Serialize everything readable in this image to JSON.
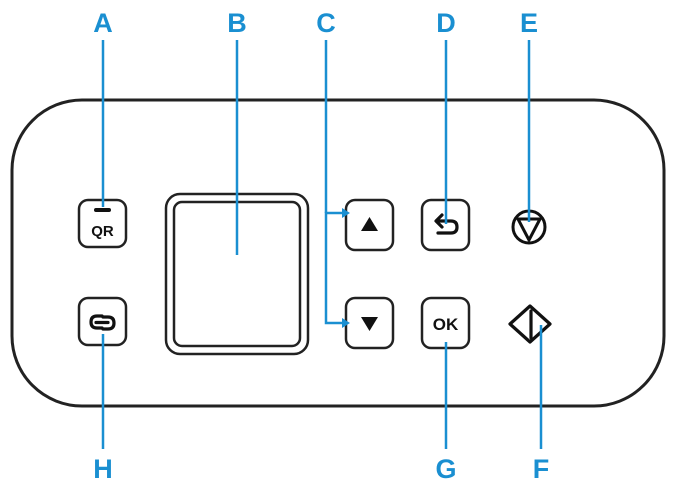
{
  "colors": {
    "callout": "#1a8fd1",
    "outline": "#222222",
    "panel_fill": "#ffffff",
    "screen_fill": "#ffffff"
  },
  "labels": {
    "a": "A",
    "b": "B",
    "c": "C",
    "d": "D",
    "e": "E",
    "f": "F",
    "g": "G",
    "h": "H"
  },
  "buttons": {
    "qr": {
      "text": "QR",
      "icon": "qr-icon"
    },
    "wireless_connect": {
      "icon": "wireless-connect-icon"
    },
    "up": {
      "icon": "triangle-up-icon"
    },
    "down": {
      "icon": "triangle-down-icon"
    },
    "back": {
      "icon": "back-arrow-icon"
    },
    "ok": {
      "text": "OK"
    },
    "stop": {
      "icon": "stop-icon"
    },
    "start": {
      "icon": "start-icon"
    }
  }
}
